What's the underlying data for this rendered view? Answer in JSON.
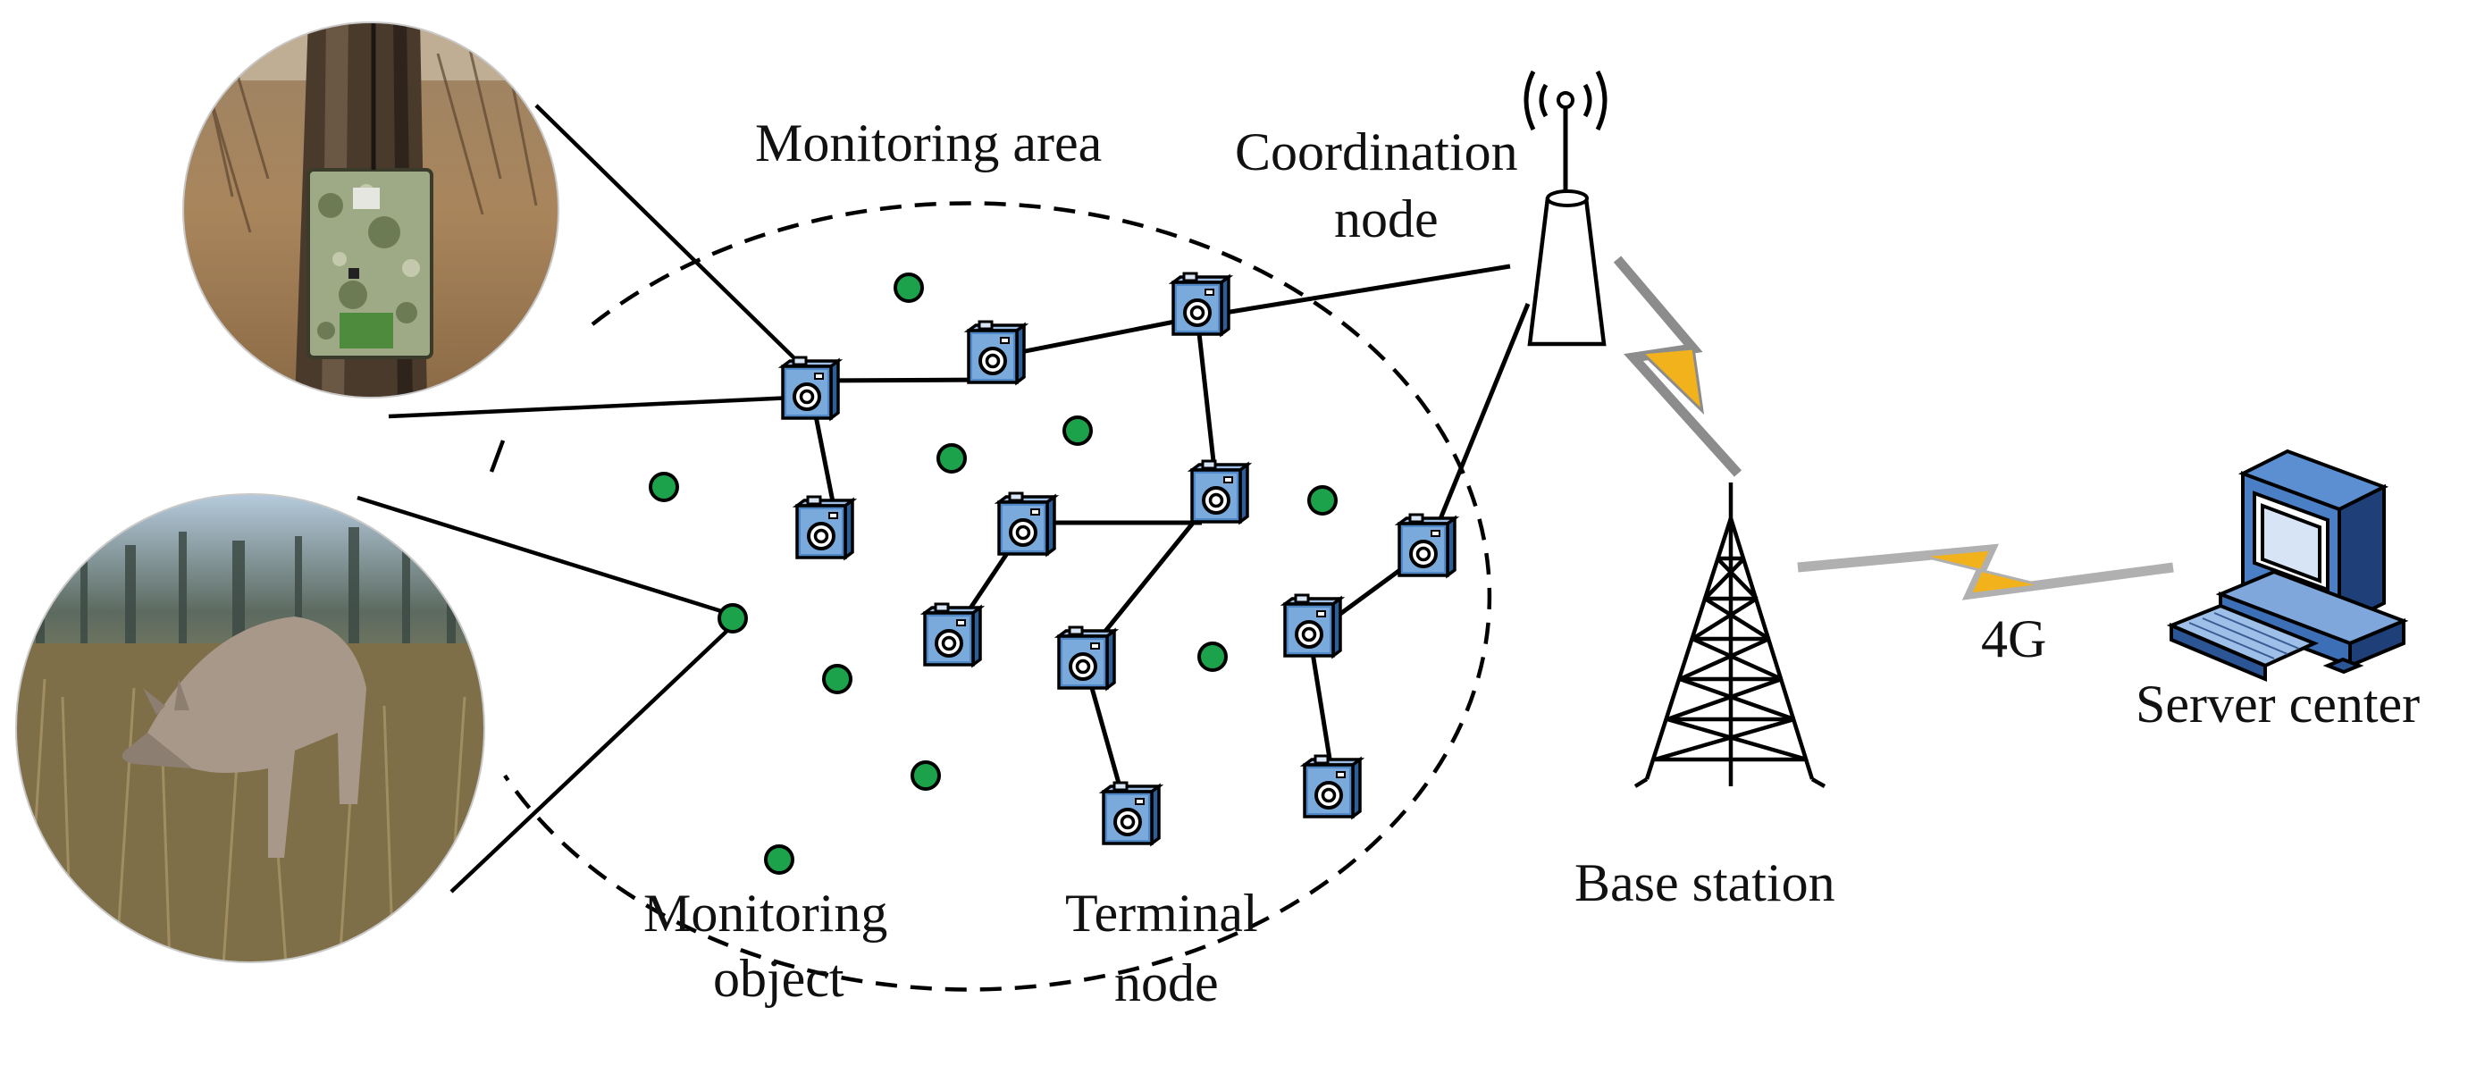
{
  "labels": {
    "monitoring_area": "Monitoring area",
    "coordination_node_line1": "Coordination",
    "coordination_node_line2": "node",
    "monitoring_object_line1": "Monitoring",
    "monitoring_object_line2": "object",
    "terminal_node_line1": "Terminal",
    "terminal_node_line2": "node",
    "base_station": "Base station",
    "link_4g": "4G",
    "server_center": "Server center"
  },
  "icons": {
    "terminal_node": "camera-icon",
    "monitoring_object": "green-dot-icon",
    "coordination_node": "antenna-icon",
    "base_station": "cell-tower-icon",
    "server_center": "desktop-computer-icon",
    "wireless_link": "lightning-bolt-icon",
    "camera_trap_photo": "camera-trap-photo",
    "deer_photo": "deer-photo"
  },
  "colors": {
    "object_dot": "#1ba24a",
    "camera_body": "#4f86c6",
    "lightning": "#f2b21c",
    "outline": "#000000"
  }
}
